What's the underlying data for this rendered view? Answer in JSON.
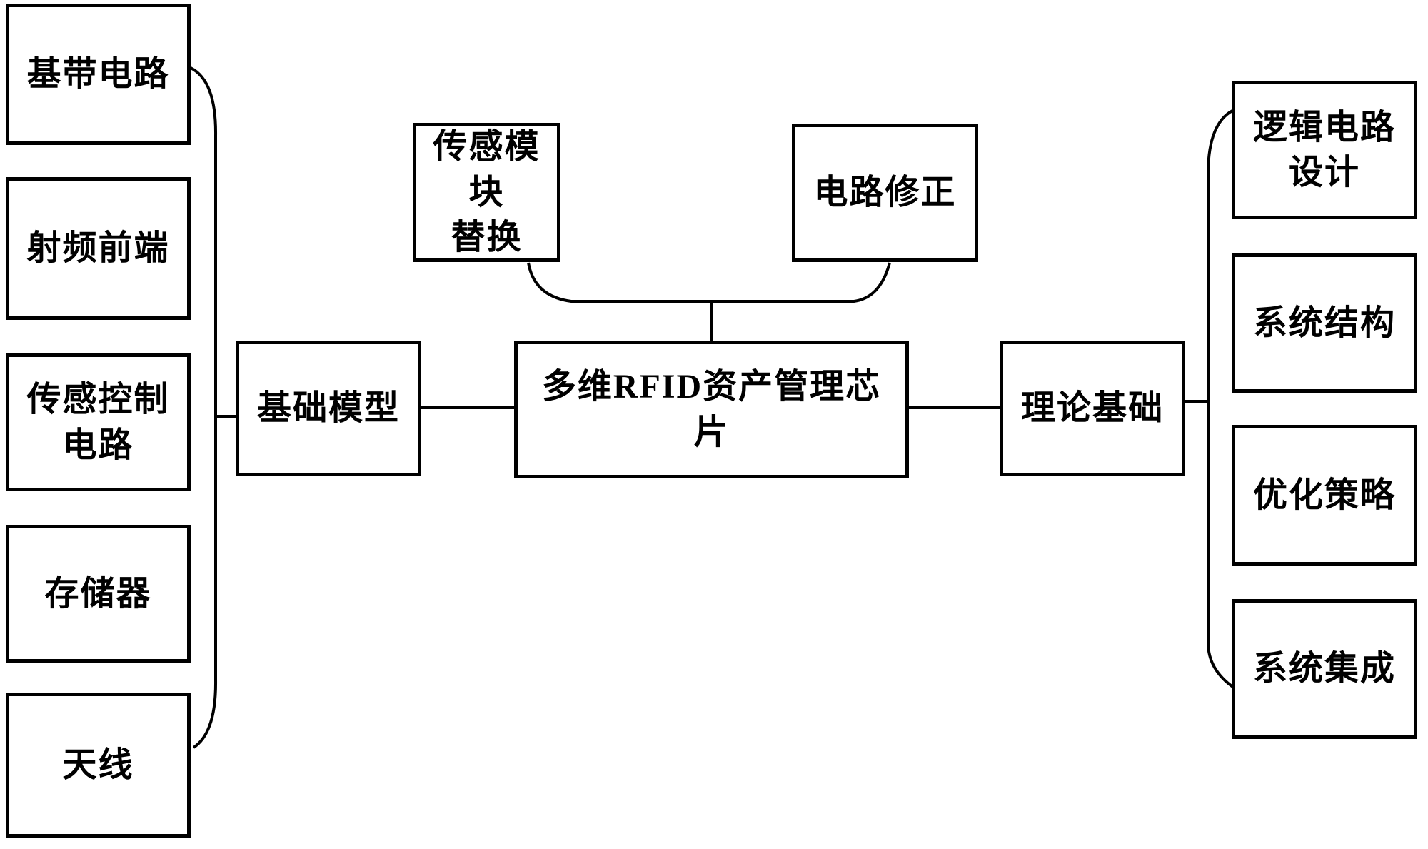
{
  "colors": {
    "background": "#ffffff",
    "line": "#000000",
    "text": "#000000"
  },
  "diagram": {
    "left_column": [
      {
        "label": "基带电路"
      },
      {
        "label": "射频前端"
      },
      {
        "label": "传感控制\n电路"
      },
      {
        "label": "存储器"
      },
      {
        "label": "天线"
      }
    ],
    "left_hub": {
      "label": "基础模型"
    },
    "center_box": {
      "label": "多维RFID资产管理芯\n片"
    },
    "right_hub": {
      "label": "理论基础"
    },
    "top_row": [
      {
        "label": "传感模块\n替换"
      },
      {
        "label": "电路修正"
      }
    ],
    "right_column": [
      {
        "label": "逻辑电路\n设计"
      },
      {
        "label": "系统结构"
      },
      {
        "label": "优化策略"
      },
      {
        "label": "系统集成"
      }
    ]
  }
}
